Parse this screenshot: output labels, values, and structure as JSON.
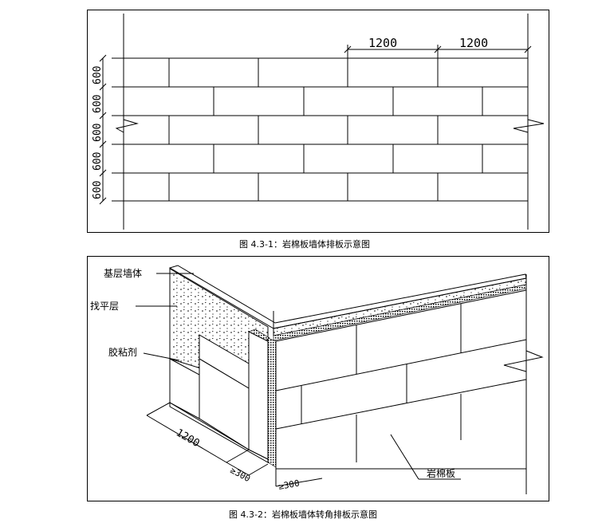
{
  "figure1": {
    "caption": "图 4.3-1：岩棉板墙体排板示意图",
    "dim_horizontal": [
      "1200",
      "1200"
    ],
    "dim_vertical": [
      "600",
      "600",
      "600",
      "600",
      "600"
    ]
  },
  "figure2": {
    "caption": "图 4.3-2：岩棉板墙体转角排板示意图",
    "labels": {
      "base_wall": "基层墙体",
      "leveling_layer": "找平层",
      "adhesive": "胶粘剂",
      "rock_wool_board": "岩棉板"
    },
    "dims": {
      "length": "1200",
      "offset_left": "≥300",
      "offset_right": "≥300"
    }
  }
}
